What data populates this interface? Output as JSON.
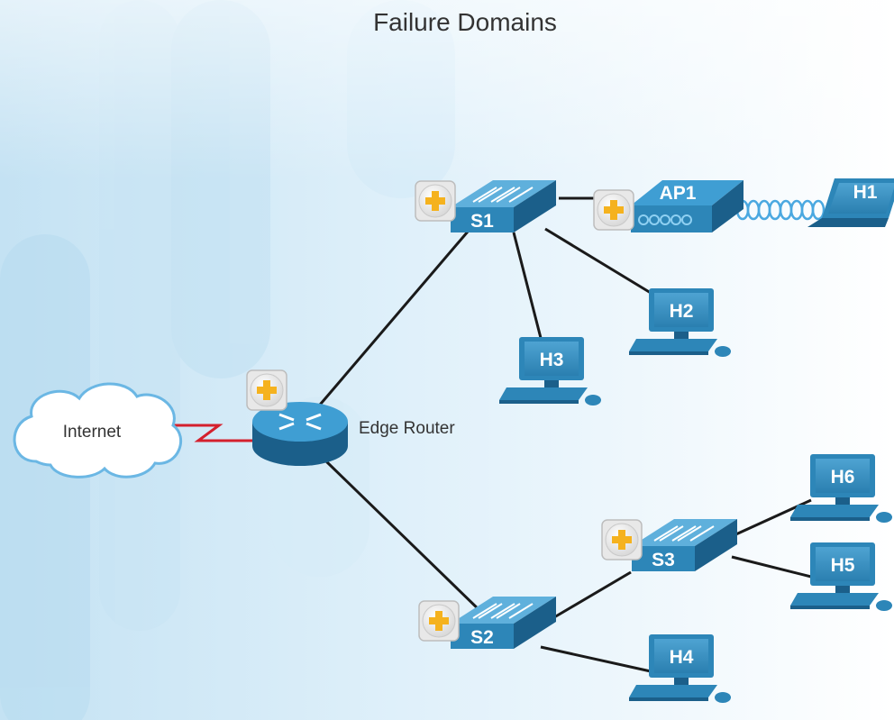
{
  "title": "Failure Domains",
  "colors": {
    "device_blue": "#2d86b8",
    "device_dark": "#1b5f8a",
    "device_top": "#5fb0dc",
    "link": "#1a1a1a",
    "serial_link": "#d4202d",
    "wireless": "#4aa8e0",
    "expand_icon": "#f5b21e"
  },
  "cloud": {
    "label": "Internet",
    "icon": "cloud-icon"
  },
  "router": {
    "label": "Edge Router",
    "icon": "router-icon"
  },
  "switches": {
    "s1": {
      "label": "S1",
      "icon": "switch-icon"
    },
    "s2": {
      "label": "S2",
      "icon": "switch-icon"
    },
    "s3": {
      "label": "S3",
      "icon": "switch-icon"
    }
  },
  "access_point": {
    "label": "AP1",
    "icon": "access-point-icon"
  },
  "hosts": {
    "h1": {
      "label": "H1",
      "icon": "laptop-icon"
    },
    "h2": {
      "label": "H2",
      "icon": "pc-icon"
    },
    "h3": {
      "label": "H3",
      "icon": "pc-icon"
    },
    "h4": {
      "label": "H4",
      "icon": "pc-icon"
    },
    "h5": {
      "label": "H5",
      "icon": "pc-icon"
    },
    "h6": {
      "label": "H6",
      "icon": "pc-icon"
    }
  },
  "expand_buttons_icon": "plus-icon"
}
